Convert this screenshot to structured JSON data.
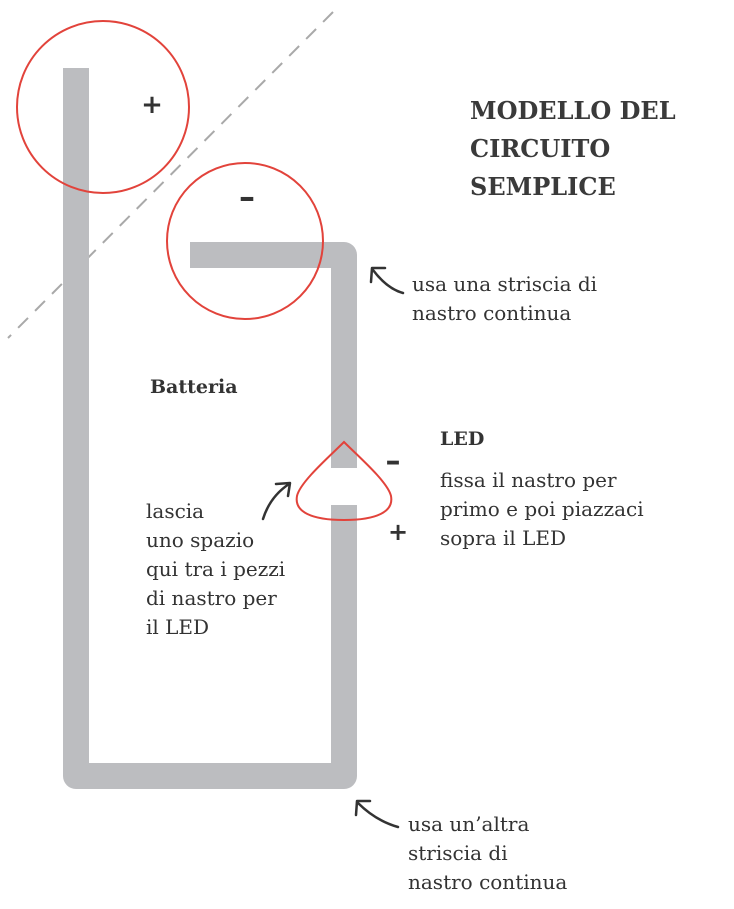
{
  "title": "MODELLO DEL\nCIRCUITO\nSEMPLICE",
  "battery_label": "Batteria",
  "led_label": "LED",
  "notes": {
    "tape_continuous": "usa una striscia di\nnastro continua",
    "led_instructions": "fissa il nastro per\nprimo e poi piazzaci\nsopra il LED",
    "gap_instructions": "lascia\nuno spazio\nqui tra i pezzi\ndi nastro per\nil LED",
    "tape_other": "usa un’altra\nstriscia di\nnastro continua"
  },
  "symbols": {
    "battery_plus": "+",
    "battery_minus": "–",
    "led_minus": "–",
    "led_plus": "+"
  },
  "colors": {
    "tape": "#bcbdc0",
    "outline_red": "#e2433b",
    "dashed_line": "#a9a9a9",
    "text": "#333333"
  }
}
